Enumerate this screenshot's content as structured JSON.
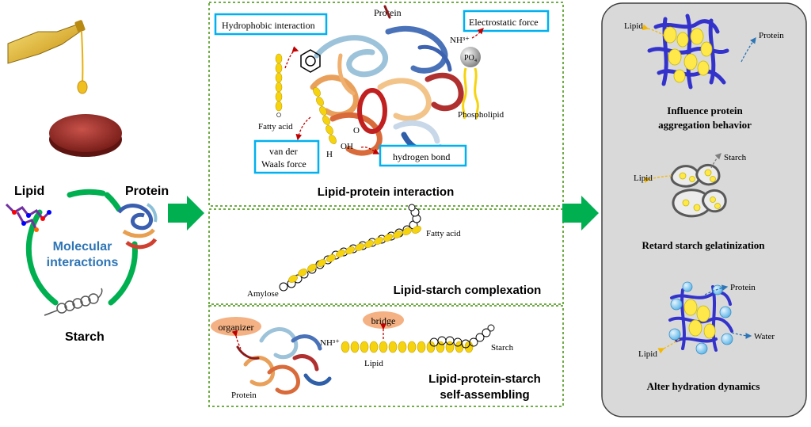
{
  "colors": {
    "arrow_green": "#00B050",
    "dotted_border": "#70AD47",
    "box_border": "#00B0F0",
    "blue_title": "#2E75B6",
    "lipid_yellow": "#F5D40F",
    "protein_blue": "#3333CC",
    "right_panel_bg": "#D9D9D9",
    "bubble_peach": "#F4B183",
    "arrow_red": "#C00000"
  },
  "left": {
    "lipid": "Lipid",
    "protein": "Protein",
    "center_line1": "Molecular",
    "center_line2": "interactions",
    "starch": "Starch"
  },
  "panel1": {
    "hydrophobic": "Hydrophobic  interaction",
    "protein": "Protein",
    "electrostatic": "Electrostatic  force",
    "nh3": "NH³⁺",
    "po4": "PO₄",
    "phospholipid": "Phospholipid",
    "fatty_acid": "Fatty acid",
    "o": "O",
    "oh": "OH",
    "h": "H",
    "vdw_line1": "van der",
    "vdw_line2": "Waals force",
    "hbond": "hydrogen  bond",
    "title": "Lipid-protein interaction"
  },
  "panel2": {
    "fatty_acid": "Fatty acid",
    "amylose": "Amylose",
    "title": "Lipid-starch complexation"
  },
  "panel3": {
    "organizer": "organizer",
    "bridge": "bridge",
    "nh3": "NH³⁺",
    "lipid": "Lipid",
    "starch": "Starch",
    "protein": "Protein",
    "title_line1": "Lipid-protein-starch",
    "title_line2": "self-assembling"
  },
  "right": {
    "e1_lipid": "Lipid",
    "e1_protein": "Protein",
    "e1_title_line1": "Influence protein",
    "e1_title_line2": "aggregation behavior",
    "e2_lipid": "Lipid",
    "e2_starch": "Starch",
    "e2_title": "Retard starch gelatinization",
    "e3_protein": "Protein",
    "e3_water": "Water",
    "e3_lipid": "Lipid",
    "e3_title": "Alter hydration dynamics"
  }
}
